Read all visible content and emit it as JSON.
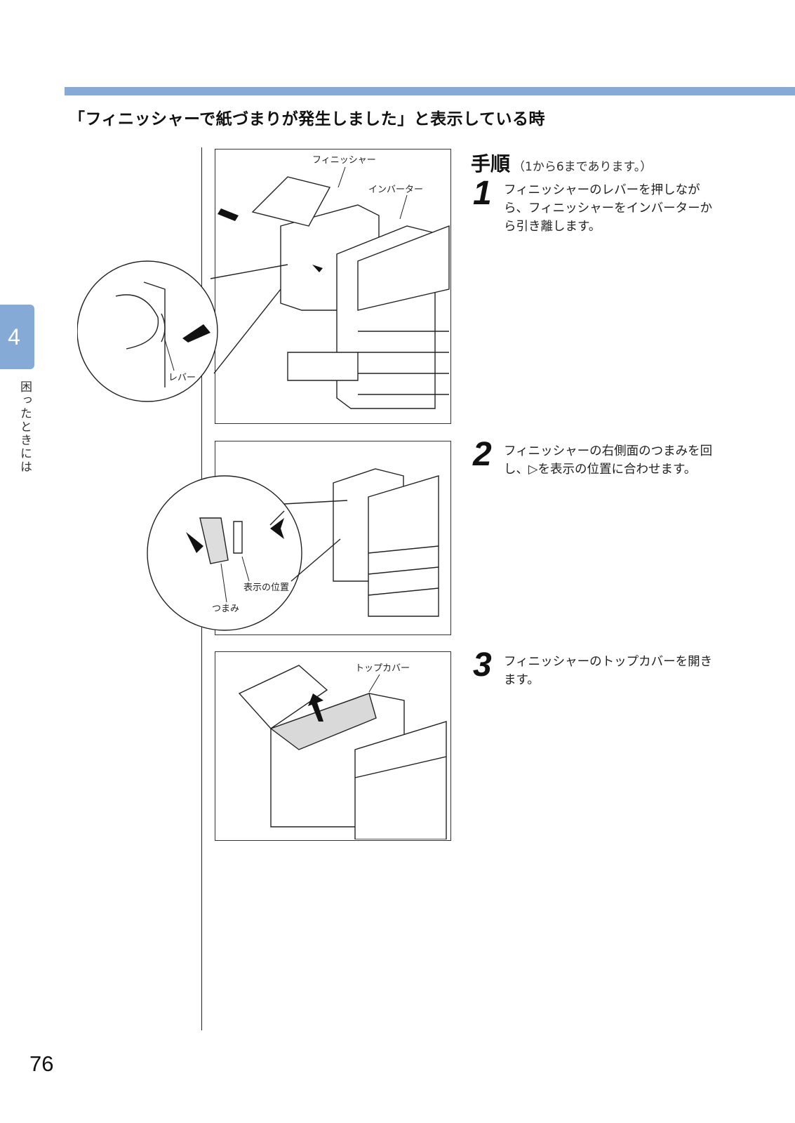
{
  "section": {
    "title": "「フィニッシャーで紙づまりが発生しました」と表示している時"
  },
  "chapter": {
    "number": "4",
    "label": "困ったときには"
  },
  "procedure": {
    "title": "手順",
    "subtitle": "（1から6まであります。）"
  },
  "steps": [
    {
      "number": "1",
      "text": "フィニッシャーのレバーを押しながら、フィニッシャーをインバーターから引き離します。"
    },
    {
      "number": "2",
      "text": "フィニッシャーの右側面のつまみを回し、▷を表示の位置に合わせます。"
    },
    {
      "number": "3",
      "text": "フィニッシャーのトップカバーを開きます。"
    }
  ],
  "figures": {
    "fig1": {
      "label_finisher": "フィニッシャー",
      "label_inverter": "インバーター",
      "label_lever": "レバー"
    },
    "fig2": {
      "label_indicator": "表示の位置",
      "label_knob": "つまみ"
    },
    "fig3": {
      "label_top_cover": "トップカバー"
    }
  },
  "page": {
    "number": "76"
  }
}
